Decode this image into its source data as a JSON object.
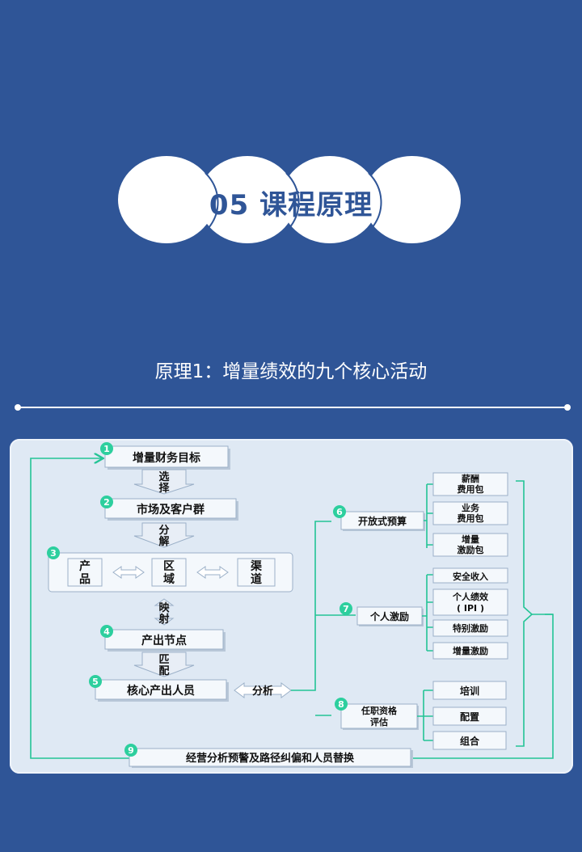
{
  "header": {
    "title": "05 课程原理",
    "subtitle": "原理1：增量绩效的九个核心活动"
  },
  "colors": {
    "background": "#2f5597",
    "accent": "#23c495",
    "panel": "#dfe9f4"
  },
  "diagram": {
    "steps": [
      {
        "num": "1",
        "label": "增量财务目标"
      },
      {
        "num": "2",
        "label": "市场及客户群"
      },
      {
        "num": "3",
        "label": ""
      },
      {
        "num": "4",
        "label": "产出节点"
      },
      {
        "num": "5",
        "label": "核心产出人员"
      },
      {
        "num": "6",
        "label": "开放式预算"
      },
      {
        "num": "7",
        "label": "个人激励"
      },
      {
        "num": "8",
        "label": "任职资格评估"
      },
      {
        "num": "9",
        "label": "经营分析预警及路径纠偏和人员替换"
      }
    ],
    "connectors": {
      "select": "选择",
      "decompose": "分解",
      "map": "映射",
      "match": "匹配",
      "analyze": "分析"
    },
    "step3_parts": [
      "产品",
      "区域",
      "渠道"
    ],
    "step8_lines": [
      "任职资格",
      "评估"
    ],
    "budget_items": [
      {
        "line1": "薪酬",
        "line2": "费用包"
      },
      {
        "line1": "业务",
        "line2": "费用包"
      },
      {
        "line1": "增量",
        "line2": "激励包"
      }
    ],
    "incentive_items": [
      {
        "line1": "安全收入",
        "line2": ""
      },
      {
        "line1": "个人绩效",
        "line2": "( IPI )"
      },
      {
        "line1": "特别激励",
        "line2": ""
      },
      {
        "line1": "增量激励",
        "line2": ""
      }
    ],
    "qualification_items": [
      "培训",
      "配置",
      "组合"
    ]
  }
}
